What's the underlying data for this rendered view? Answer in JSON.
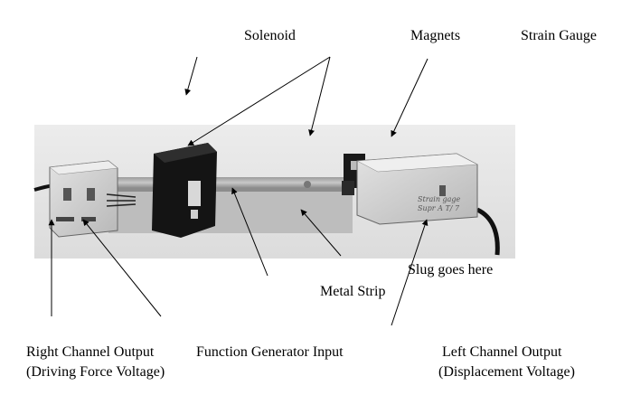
{
  "labels": {
    "solenoid": "Solenoid",
    "magnets": "Magnets",
    "strain_gauge": "Strain Gauge",
    "slug_goes_here": "Slug goes here",
    "metal_strip": "Metal Strip",
    "right_channel_output": "Right Channel Output",
    "driving_force_voltage": "(Driving Force Voltage)",
    "function_generator_input": "Function Generator Input",
    "left_channel_output": "Left Channel Output",
    "displacement_voltage": "(Displacement Voltage)"
  },
  "colors": {
    "text": "#000000",
    "photo_bg": "#e6e6e6",
    "solenoid_body": "#151515",
    "box": "#d4d4d4",
    "cable": "#111111"
  }
}
